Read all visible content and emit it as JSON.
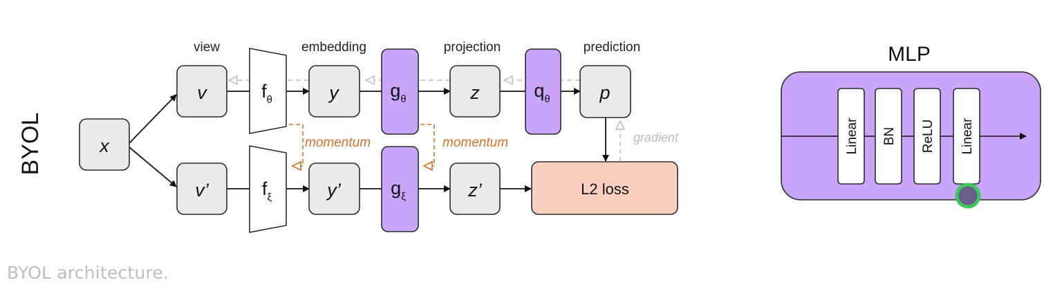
{
  "side_label": "BYOL",
  "headers": {
    "view": "view",
    "embedding": "embedding",
    "projection": "projection",
    "prediction": "prediction"
  },
  "nodes": {
    "x": "x",
    "v": "v",
    "v_prime": "v’",
    "y": "y",
    "y_prime": "y’",
    "z": "z",
    "z_prime": "z’",
    "p": "p",
    "loss": "L2 loss"
  },
  "encoders": {
    "f_theta": {
      "base": "f",
      "sub": "θ"
    },
    "f_xi": {
      "base": "f",
      "sub": "ξ"
    }
  },
  "projectors": {
    "g_theta": {
      "base": "g",
      "sub": "θ"
    },
    "g_xi": {
      "base": "g",
      "sub": "ξ"
    },
    "q_theta": {
      "base": "q",
      "sub": "θ"
    }
  },
  "annotations": {
    "momentum_1": "momentum",
    "momentum_2": "momentum",
    "gradient": "gradient"
  },
  "mlp": {
    "title": "MLP",
    "layers": [
      "Linear",
      "BN",
      "ReLU",
      "Linear"
    ]
  },
  "caption": "BYOL architecture.",
  "colors": {
    "node_fill": "#ebebeb",
    "node_stroke": "#2b2b2b",
    "purple": "#c9a6fb",
    "loss_fill": "#fbd0c0",
    "momentum": "#d4712a",
    "dashed_gray": "#bdbdbd",
    "cursor_ring": "#3cc85a"
  }
}
